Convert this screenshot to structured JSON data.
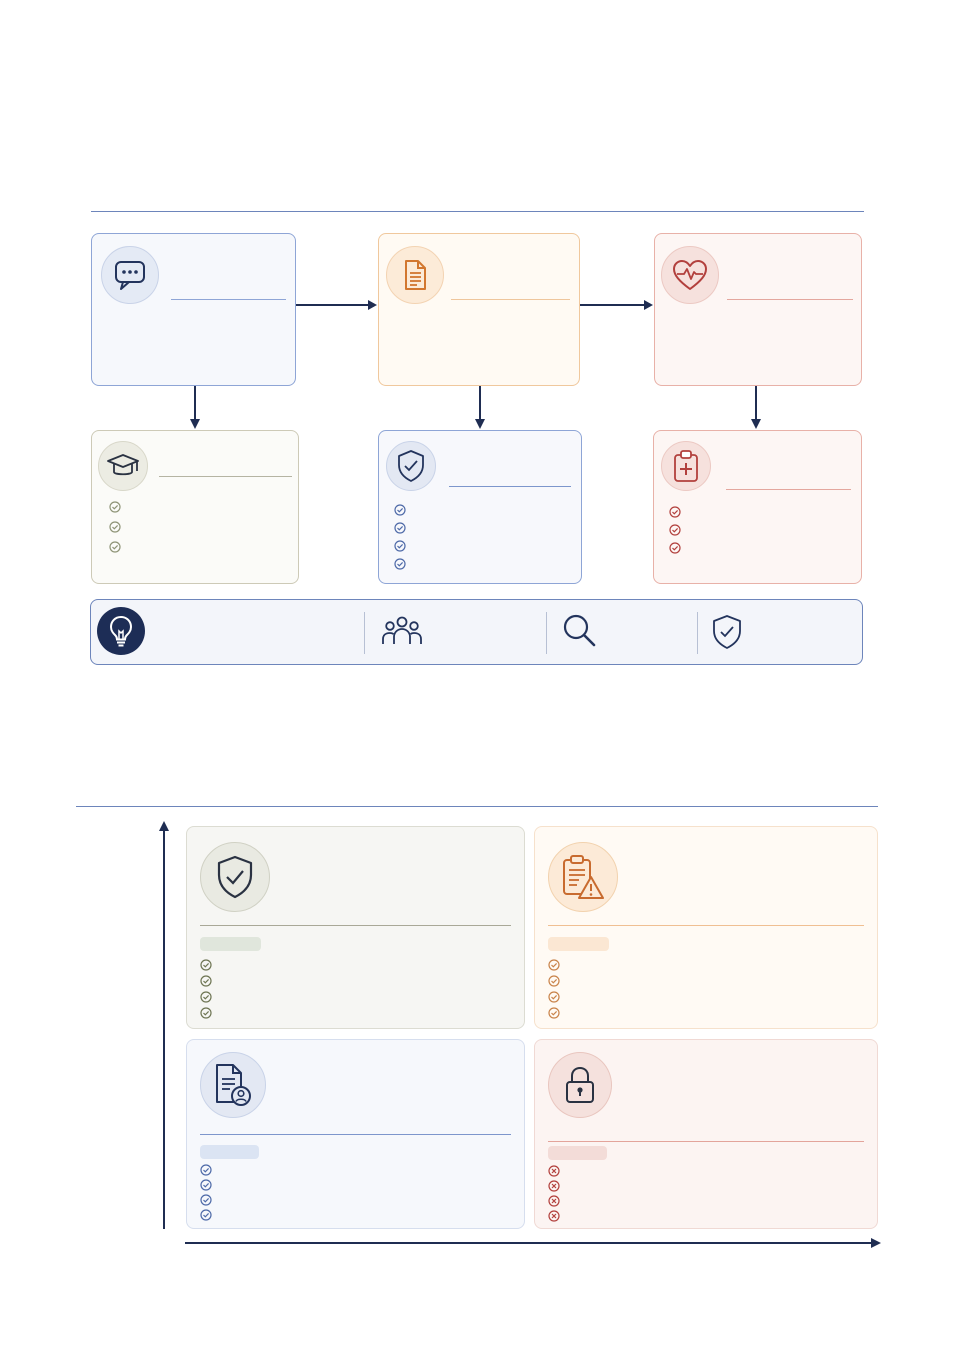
{
  "theme": {
    "navy": "#1f2d52",
    "blue": "#7d96cc",
    "orange": "#e9ad79",
    "red": "#dc9a92",
    "olive": "#b7b4a0"
  },
  "flow_top": {
    "boxes": [
      {
        "icon": "chat-bubble-icon",
        "color": "#7d96cc"
      },
      {
        "icon": "document-icon",
        "color": "#e9ad79"
      },
      {
        "icon": "heart-pulse-icon",
        "color": "#dc9a92"
      }
    ],
    "subboxes": [
      {
        "icon": "graduation-cap-icon",
        "color": "#b7b4a0",
        "checks": 3
      },
      {
        "icon": "shield-check-icon",
        "color": "#7d96cc",
        "checks": 4
      },
      {
        "icon": "medical-clipboard-icon",
        "color": "#dc9a92",
        "checks": 3
      }
    ]
  },
  "toolbar": {
    "items": [
      "lightbulb-icon",
      "people-icon",
      "search-icon",
      "shield-check-icon"
    ]
  },
  "quadrant": {
    "cells": [
      {
        "icon": "shield-check-icon",
        "color": "#b7b4a0",
        "marks": "check",
        "count": 4
      },
      {
        "icon": "clipboard-warning-icon",
        "color": "#e9ad79",
        "marks": "check",
        "count": 4
      },
      {
        "icon": "document-user-icon",
        "color": "#7d96cc",
        "marks": "check",
        "count": 4
      },
      {
        "icon": "lock-icon",
        "color": "#dc9a92",
        "marks": "cross",
        "count": 4
      }
    ]
  }
}
